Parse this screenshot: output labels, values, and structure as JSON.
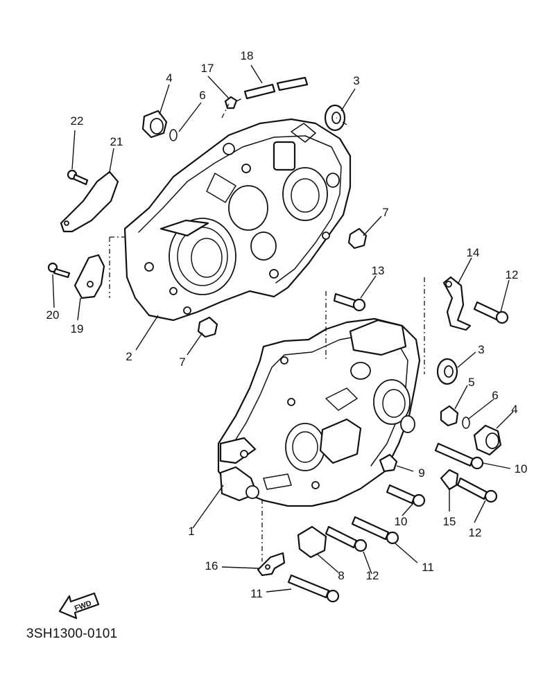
{
  "diagram": {
    "reference_code": "3SH1300-0101",
    "fwd_label": "FWD",
    "callouts": {
      "c1": "1",
      "c2": "2",
      "c3a": "3",
      "c3b": "3",
      "c4a": "4",
      "c4b": "4",
      "c5": "5",
      "c6a": "6",
      "c6b": "6",
      "c7a": "7",
      "c7b": "7",
      "c8": "8",
      "c9": "9",
      "c10a": "10",
      "c10b": "10",
      "c11a": "11",
      "c11b": "11",
      "c12a": "12",
      "c12b": "12",
      "c12c": "12",
      "c13": "13",
      "c14": "14",
      "c15": "15",
      "c16": "16",
      "c17": "17",
      "c18": "18",
      "c19": "19",
      "c20": "20",
      "c21": "21",
      "c22": "22"
    }
  }
}
